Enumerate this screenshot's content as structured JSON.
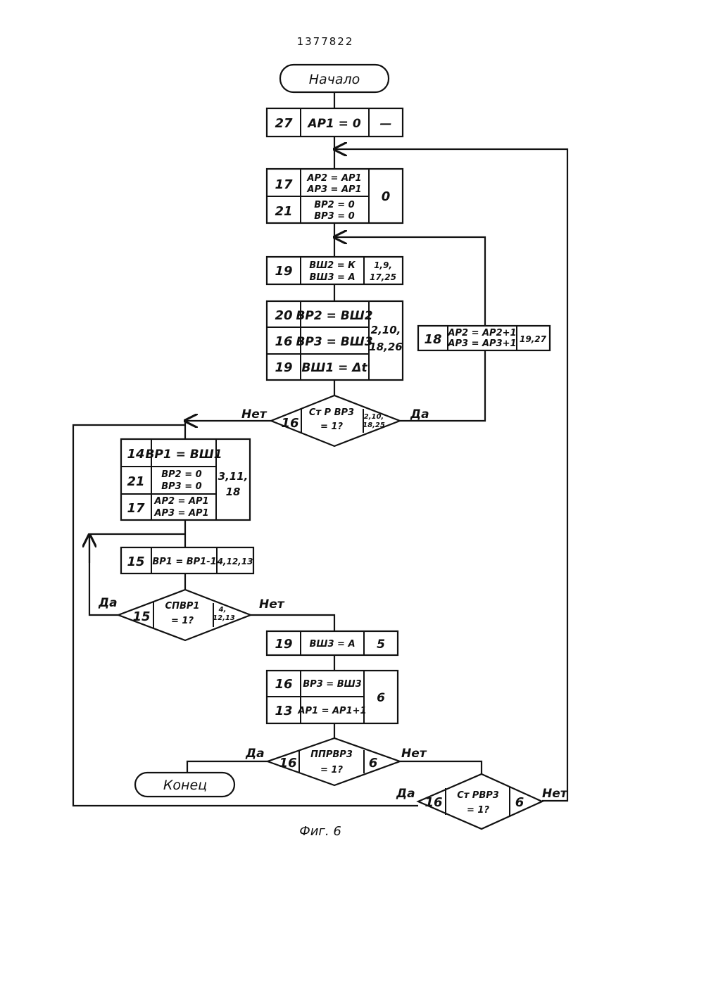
{
  "document_number": "1377822",
  "caption": "Фиг. 6",
  "terminals": {
    "start": "Начало",
    "end": "Конец"
  },
  "branch_labels": {
    "yes": "Да",
    "no": "Нет"
  },
  "blocks": {
    "b1": {
      "num": "27",
      "op": "АР1 = 0",
      "ref": "—"
    },
    "b2": {
      "num1": "17",
      "op1a": "АР2 = АР1",
      "op1b": "АР3 = АР1",
      "num2": "21",
      "op2a": "ВР2 = 0",
      "op2b": "ВР3 = 0",
      "ref": "0"
    },
    "b3": {
      "num": "19",
      "op_a": "ВШ2 = К",
      "op_b": "ВШ3 = А",
      "ref_a": "1,9,",
      "ref_b": "17,25"
    },
    "b4": {
      "num1": "20",
      "op1": "ВР2 = ВШ2",
      "num2": "16",
      "op2": "ВР3 = ВШ3",
      "num3": "19",
      "op3": "ВШ1 = Δt",
      "ref_a": "2,10,",
      "ref_b": "18,26"
    },
    "b18": {
      "num": "18",
      "op_a": "АР2 = АР2+1",
      "op_b": "АР3 = АР3+1",
      "ref": "19,27"
    },
    "d1": {
      "num": "16",
      "op_a": "Ст Р ВР3",
      "op_b": "= 1?",
      "ref_a": "2,10,",
      "ref_b": "18,25"
    },
    "b5": {
      "num1": "14",
      "op1": "ВР1 = ВШ1",
      "num2": "21",
      "op2a": "ВР2 = 0",
      "op2b": "ВР3 = 0",
      "num3": "17",
      "op3a": "АР2 = АР1",
      "op3b": "АР3 = АР1",
      "ref_a": "3,11,",
      "ref_b": "18"
    },
    "b6": {
      "num": "15",
      "op": "ВР1 = ВР1-1",
      "ref": "4,12,13"
    },
    "d2": {
      "num": "15",
      "op_a": "СПВР1",
      "op_b": "= 1?",
      "ref_a": "4,",
      "ref_b": "12,13"
    },
    "b7": {
      "num": "19",
      "op": "ВШ3 = А",
      "ref": "5"
    },
    "b8": {
      "num1": "16",
      "op1": "ВР3 = ВШ3",
      "num2": "13",
      "op2": "АР1 = АР1+1",
      "ref": "6"
    },
    "d3": {
      "num": "16",
      "op_a": "ППРВР3",
      "op_b": "= 1?",
      "ref": "6"
    },
    "d4": {
      "num": "16",
      "op_a": "Ст РВР3",
      "op_b": "= 1?",
      "ref": "6"
    }
  }
}
